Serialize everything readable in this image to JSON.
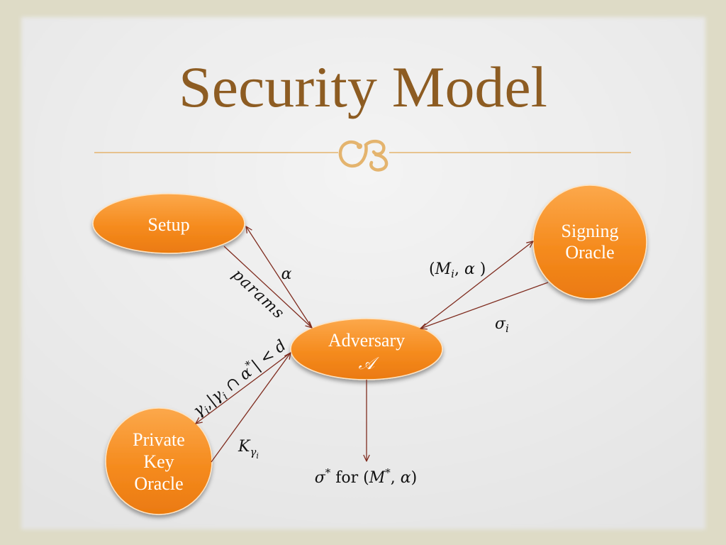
{
  "slide": {
    "title": "Security Model",
    "divider_icon": "ornament-icon",
    "colors": {
      "frame": "#dedbc6",
      "background": "#f4f4f4",
      "title": "#8d5c22",
      "divider": "#e4b46e",
      "node_fill": "#f58b1e",
      "node_text": "#ffffff",
      "arrow": "#7f2c1f",
      "label": "#111111"
    }
  },
  "nodes": {
    "setup": {
      "lines": [
        "Setup"
      ]
    },
    "signing_oracle": {
      "lines": [
        "Signing",
        "Oracle"
      ]
    },
    "adversary": {
      "lines": [
        "Adversary",
        "𝒜"
      ]
    },
    "private_key_oracle": {
      "lines": [
        "Private",
        "Key",
        "Oracle"
      ]
    }
  },
  "edges": {
    "setup_to_adversary": {
      "parts": [
        "params"
      ]
    },
    "adversary_to_setup": {
      "parts": [
        "α"
      ]
    },
    "adversary_to_signing_oracle": {
      "parts": [
        "(",
        "M",
        "i",
        ", ",
        "α",
        " )"
      ]
    },
    "signing_oracle_to_adversary": {
      "parts": [
        "σ",
        "i"
      ]
    },
    "adversary_to_private_key_oracle": {
      "parts": [
        "γ",
        "i",
        ",|",
        "γ",
        "i",
        " ∩ ",
        "α",
        "*",
        "| < ",
        "d"
      ]
    },
    "private_key_oracle_to_adversary": {
      "parts": [
        "K",
        "γ",
        "i"
      ]
    },
    "adversary_output": {
      "parts": [
        "σ",
        "*",
        " for (",
        "M",
        "*",
        ", ",
        "α",
        ")"
      ]
    }
  }
}
